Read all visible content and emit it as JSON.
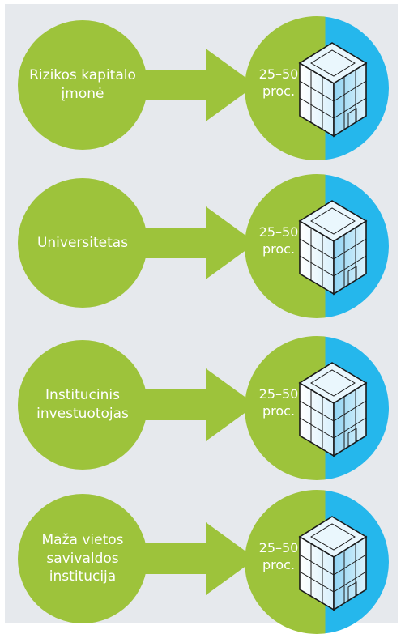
{
  "rows": [
    {
      "source": "Rizikos kapitalo\nįmonė",
      "share": "25–50\nproc."
    },
    {
      "source": "Universitetas",
      "share": "25–50\nproc."
    },
    {
      "source": "Institucinis\ninvestuotojas",
      "share": "25–50\nproc."
    },
    {
      "source": "Maža vietos\nsavivaldos\ninstitucija",
      "share": "25–50\nproc."
    }
  ],
  "colors": {
    "green": "#9dc33b",
    "blue": "#25b7ec",
    "background": "#e6e9ed"
  }
}
